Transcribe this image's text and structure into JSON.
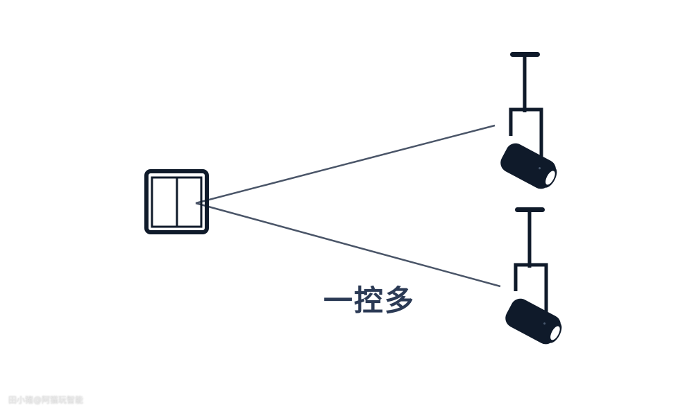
{
  "caption": "一控多",
  "watermark": "田小猪@阿猫玩智能",
  "colors": {
    "icon": "#0f1a2a",
    "line": "#4a5568",
    "caption": "#2b3a55"
  },
  "nodes": [
    {
      "id": "switch",
      "icon": "double-rocker-switch-icon"
    },
    {
      "id": "spotlight-1",
      "icon": "track-spotlight-icon"
    },
    {
      "id": "spotlight-2",
      "icon": "track-spotlight-icon"
    }
  ]
}
